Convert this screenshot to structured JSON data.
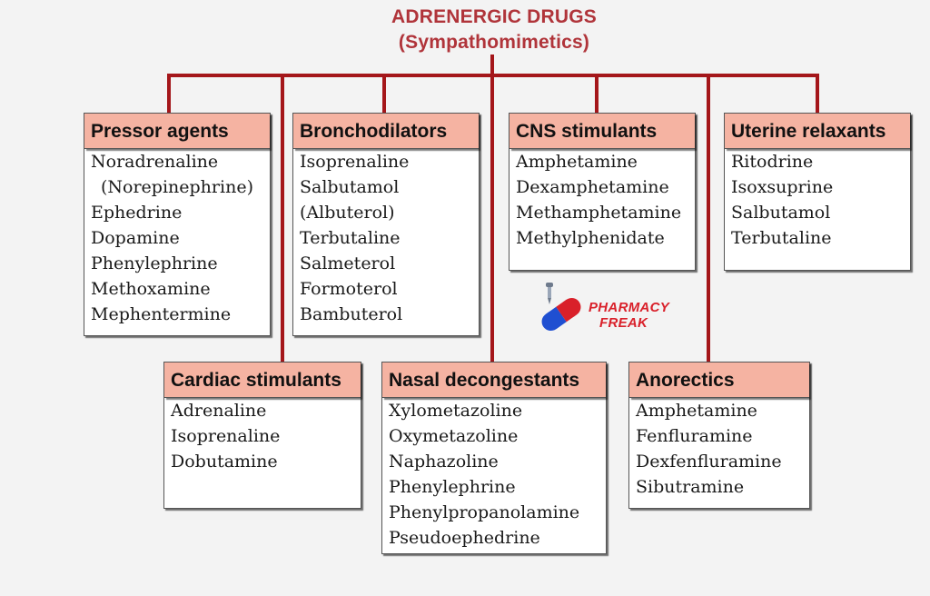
{
  "title": {
    "line1": "ADRENERGIC DRUGS",
    "line2": "(Sympathomimetics)"
  },
  "line_color": "#a4161a",
  "header_color": "#f5b3a2",
  "logo": {
    "line1": "PHARMACY",
    "line2": "FREAK",
    "icon": "capsule-dropper-icon"
  },
  "categories": [
    {
      "name": "Pressor agents",
      "drugs": [
        "Noradrenaline",
        "(Norepinephrine)",
        "Ephedrine",
        "Dopamine",
        "Phenylephrine",
        "Methoxamine",
        "Mephentermine"
      ]
    },
    {
      "name": "Bronchodilators",
      "drugs": [
        "Isoprenaline",
        "Salbutamol",
        "(Albuterol)",
        "Terbutaline",
        "Salmeterol",
        "Formoterol",
        "Bambuterol"
      ]
    },
    {
      "name": "CNS stimulants",
      "drugs": [
        "Amphetamine",
        "Dexamphetamine",
        "Methamphetamine",
        "Methylphenidate"
      ]
    },
    {
      "name": "Uterine relaxants",
      "drugs": [
        "Ritodrine",
        "Isoxsuprine",
        "Salbutamol",
        "Terbutaline"
      ]
    },
    {
      "name": "Cardiac stimulants",
      "drugs": [
        "Adrenaline",
        "Isoprenaline",
        "Dobutamine"
      ]
    },
    {
      "name": "Nasal decongestants",
      "drugs": [
        "Xylometazoline",
        "Oxymetazoline",
        "Naphazoline",
        "Phenylephrine",
        "Phenylpropanolamine",
        "Pseudoephedrine"
      ]
    },
    {
      "name": "Anorectics",
      "drugs": [
        "Amphetamine",
        "Fenfluramine",
        "Dexfenfluramine",
        "Sibutramine"
      ]
    }
  ]
}
